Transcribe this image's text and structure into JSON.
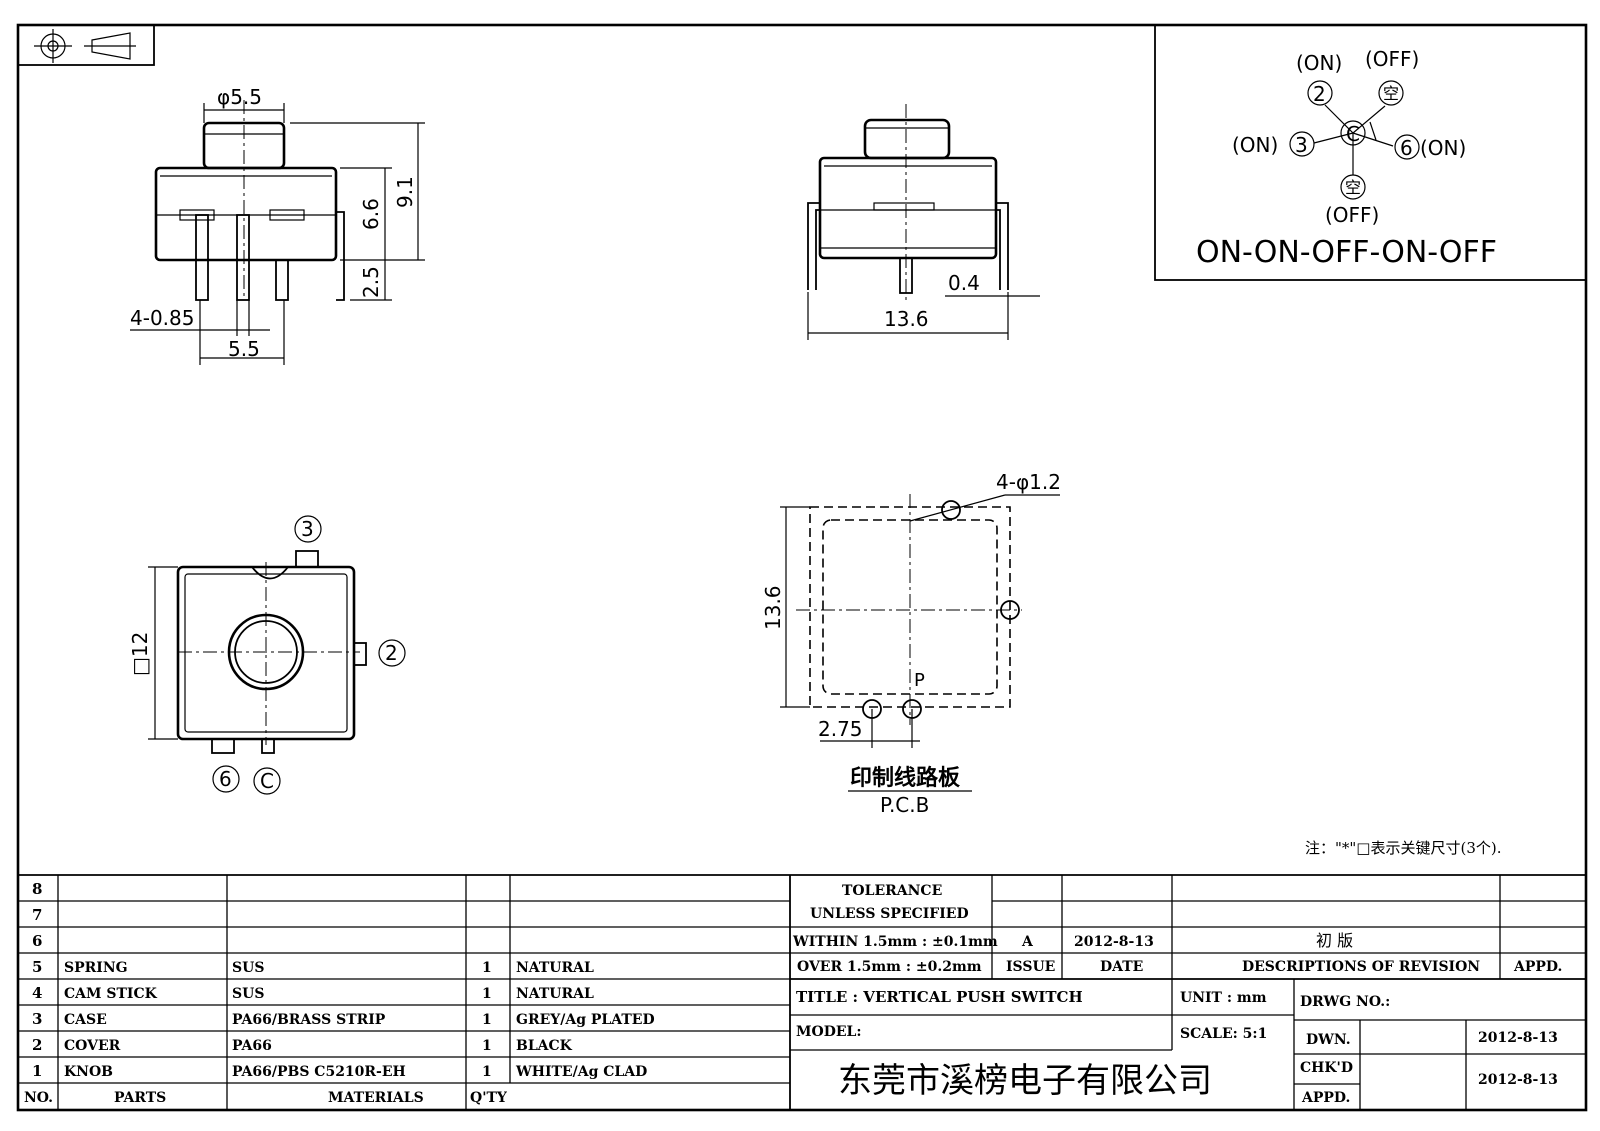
{
  "dimensions": {
    "phi55": "φ5.5",
    "h91": "9.1",
    "h66": "6.6",
    "h25": "2.5",
    "pin085": "4-0.85",
    "pitch55": "5.5",
    "w04": "0.4",
    "w136": "13.6",
    "hole": "4-φ1.2",
    "v136": "13.6",
    "sq12": "□12",
    "p275": "2.75",
    "p_label": "P"
  },
  "pins": {
    "p3": "3",
    "p2": "2",
    "p6": "6",
    "pc": "C"
  },
  "pcb_label_cn": "印制线路板",
  "pcb_label_en": "P.C.B",
  "schematic": {
    "on2": "(ON)",
    "off_top": "(OFF)",
    "n2": "2",
    "kong_top": "空",
    "on3": "(ON)",
    "n3": "3",
    "c": "C",
    "n6": "6",
    "on6": "(ON)",
    "kong_bottom": "空",
    "off_bottom": "(OFF)",
    "sequence": "ON-ON-OFF-ON-OFF"
  },
  "note": "注：\"*\"□表示关键尺寸(3个).",
  "bom": {
    "rows": [
      {
        "no": "8",
        "part": "",
        "material": "",
        "qty": "",
        "finish": ""
      },
      {
        "no": "7",
        "part": "",
        "material": "",
        "qty": "",
        "finish": ""
      },
      {
        "no": "6",
        "part": "",
        "material": "",
        "qty": "",
        "finish": ""
      },
      {
        "no": "5",
        "part": "SPRING",
        "material": "SUS",
        "qty": "1",
        "finish": "NATURAL"
      },
      {
        "no": "4",
        "part": "CAM STICK",
        "material": "SUS",
        "qty": "1",
        "finish": "NATURAL"
      },
      {
        "no": "3",
        "part": "CASE",
        "material": "PA66/BRASS STRIP",
        "qty": "1",
        "finish": "GREY/Ag PLATED"
      },
      {
        "no": "2",
        "part": "COVER",
        "material": "PA66",
        "qty": "1",
        "finish": "BLACK"
      },
      {
        "no": "1",
        "part": "KNOB",
        "material": "PA66/PBS C5210R-EH",
        "qty": "1",
        "finish": "WHITE/Ag CLAD"
      }
    ],
    "headers": {
      "no": "NO.",
      "parts": "PARTS",
      "materials": "MATERIALS",
      "qty": "Q'TY"
    }
  },
  "title_block": {
    "tol1": "TOLERANCE",
    "tol2": "UNLESS  SPECIFIED",
    "tol3": "WITHIN 1.5mm : ±0.1mm",
    "tol4": "OVER 1.5mm : ±0.2mm",
    "issue_val": "A",
    "date_val": "2012-8-13",
    "rev_desc": "初 版",
    "issue_hdr": "ISSUE",
    "date_hdr": "DATE",
    "desc_hdr": "DESCRIPTIONS OF REVISION",
    "appd_hdr": "APPD.",
    "title": "TITLE :  VERTICAL PUSH SWITCH",
    "unit": "UNIT :  mm",
    "drwg": "DRWG NO.:",
    "model": "MODEL:",
    "scale": "SCALE:  5:1",
    "dwn": "DWN.",
    "dwn_date": "2012-8-13",
    "chkd": "CHK'D",
    "chkd_date": "2012-8-13",
    "appd": "APPD.",
    "company": "东莞市溪榜电子有限公司"
  }
}
